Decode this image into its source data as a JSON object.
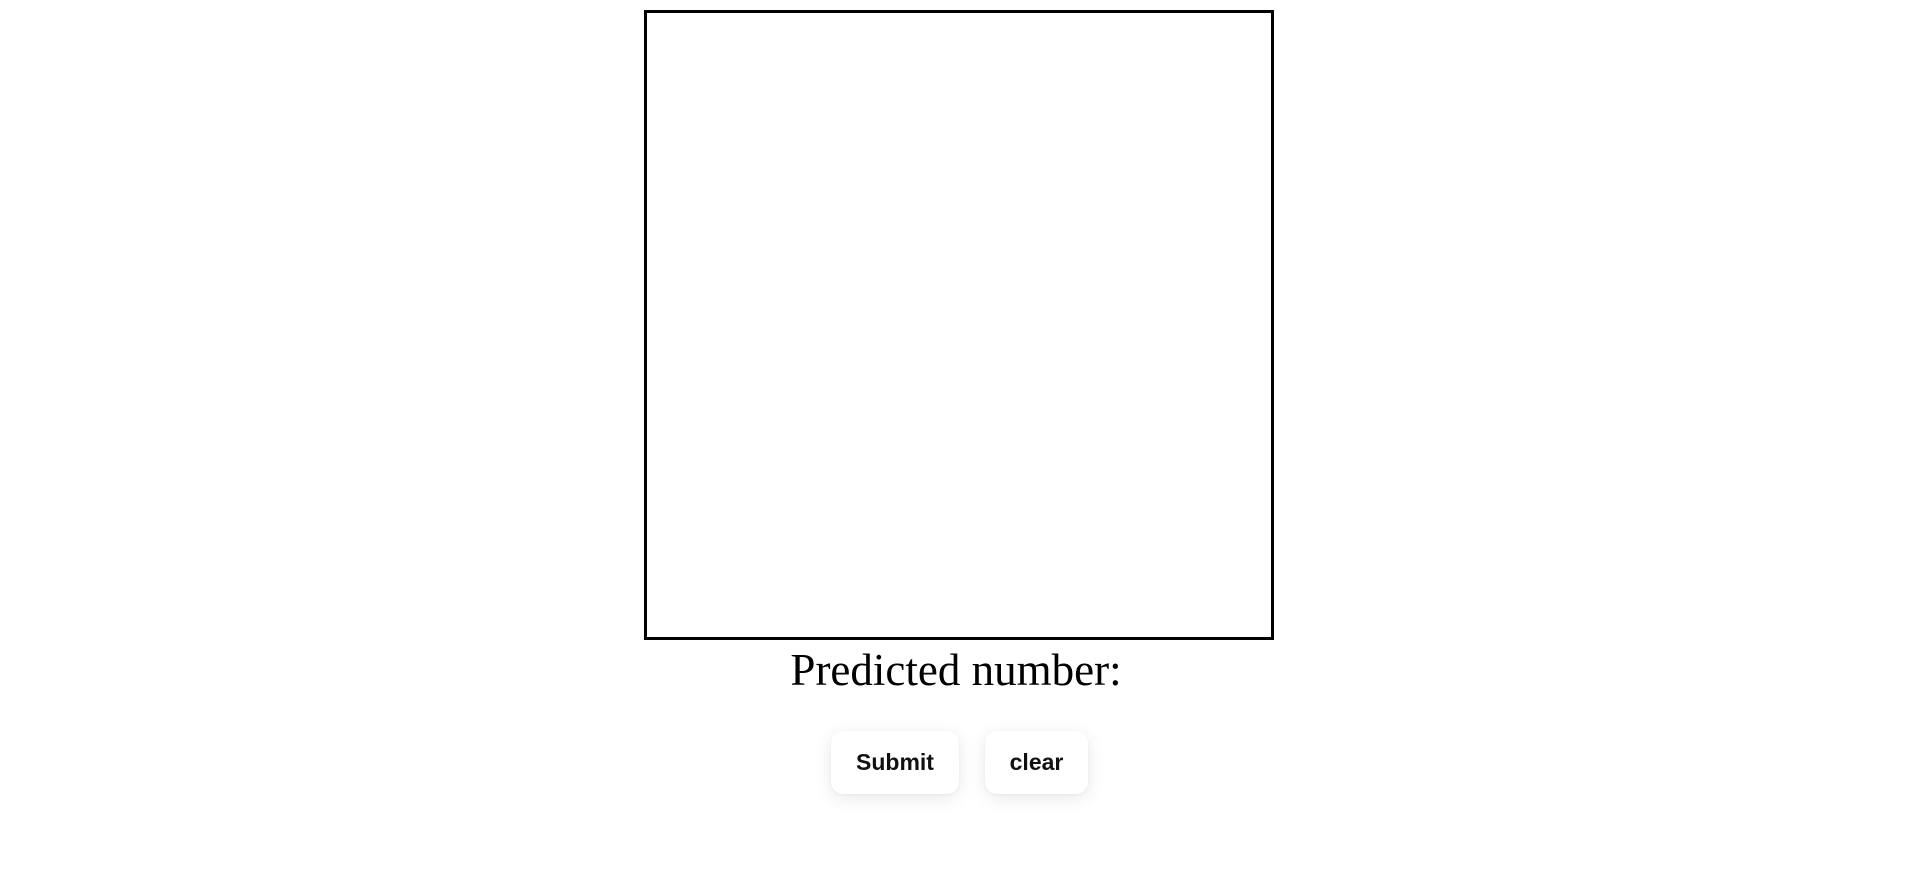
{
  "prediction": {
    "label": "Predicted number:",
    "value": ""
  },
  "buttons": {
    "submit_label": "Submit",
    "clear_label": "clear"
  },
  "canvas": {
    "border_color": "#000000",
    "background": "#ffffff"
  }
}
